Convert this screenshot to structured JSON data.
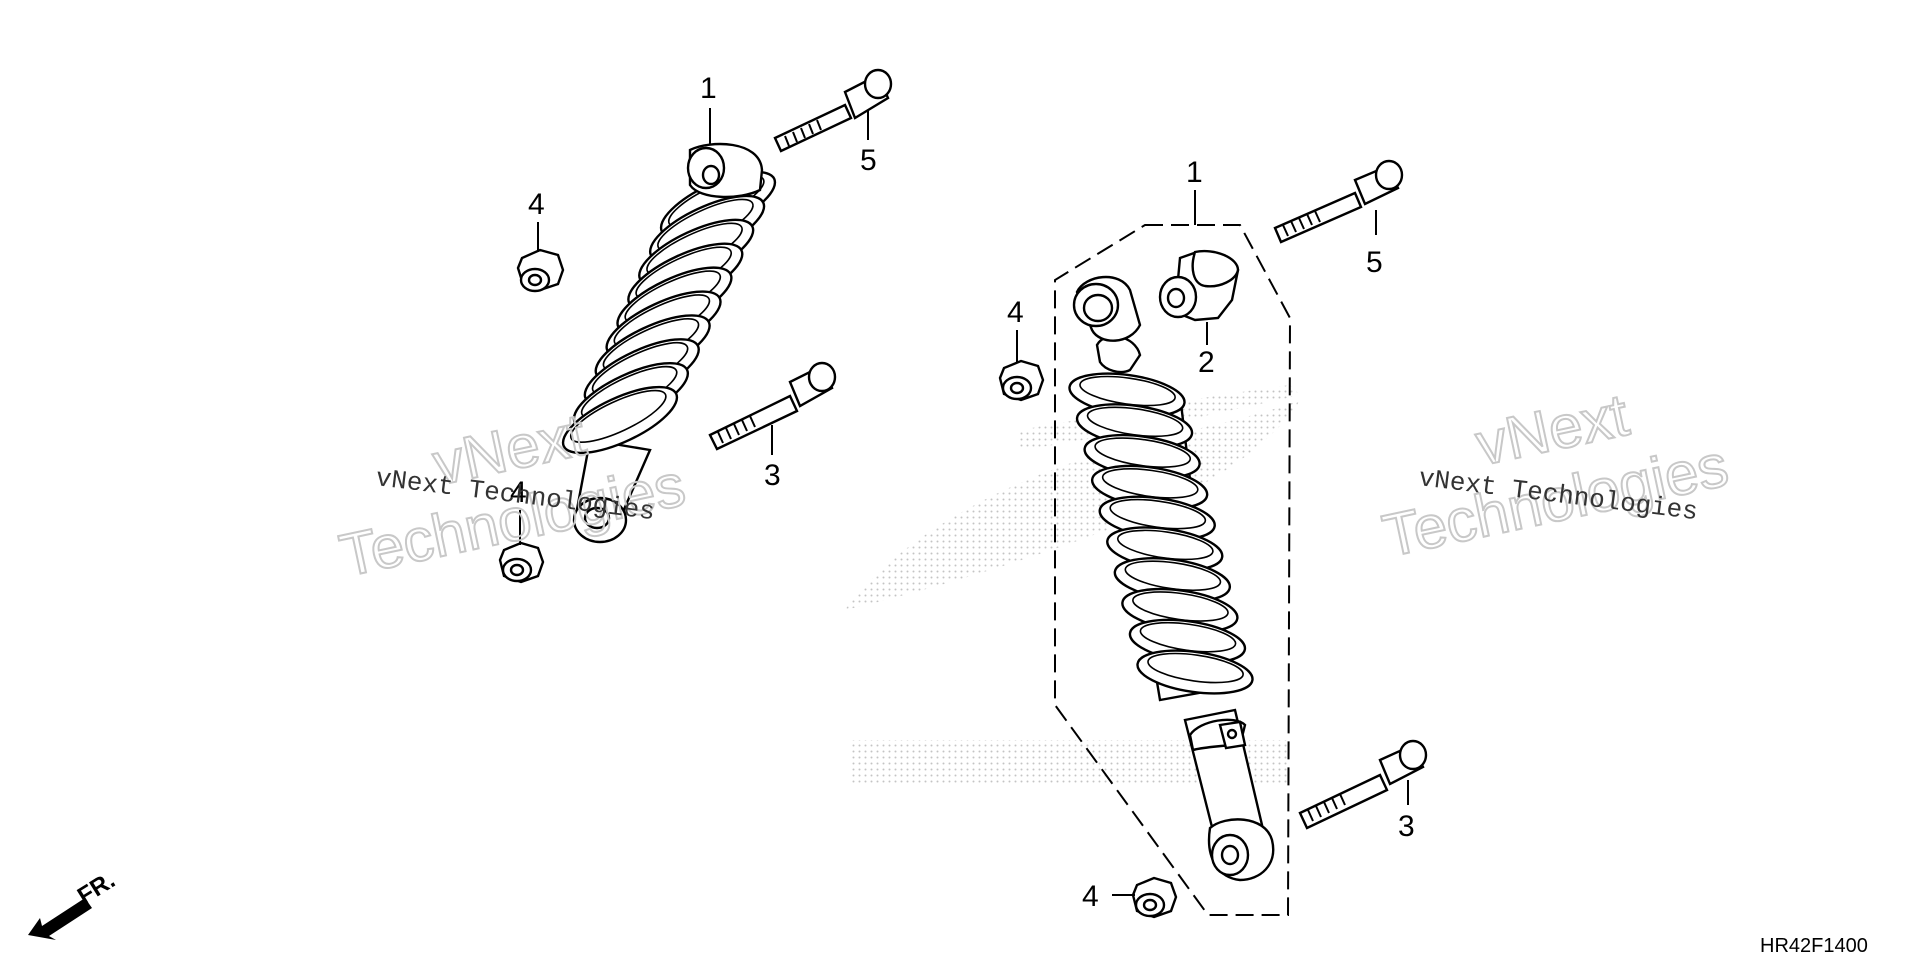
{
  "callouts": {
    "left": {
      "damper": "1",
      "bolt_upper": "5",
      "nut_upper": "4",
      "bolt_lower": "3",
      "nut_lower": "4"
    },
    "right": {
      "damper": "1",
      "bushing": "2",
      "bolt_upper": "5",
      "nut_upper": "4",
      "bolt_lower": "3",
      "nut_lower": "4"
    }
  },
  "watermarks": {
    "line1": "vNext",
    "line2": "Technologies",
    "caption": "vNext Technologies"
  },
  "direction_label": "FR.",
  "diagram_code": "HR42F1400"
}
